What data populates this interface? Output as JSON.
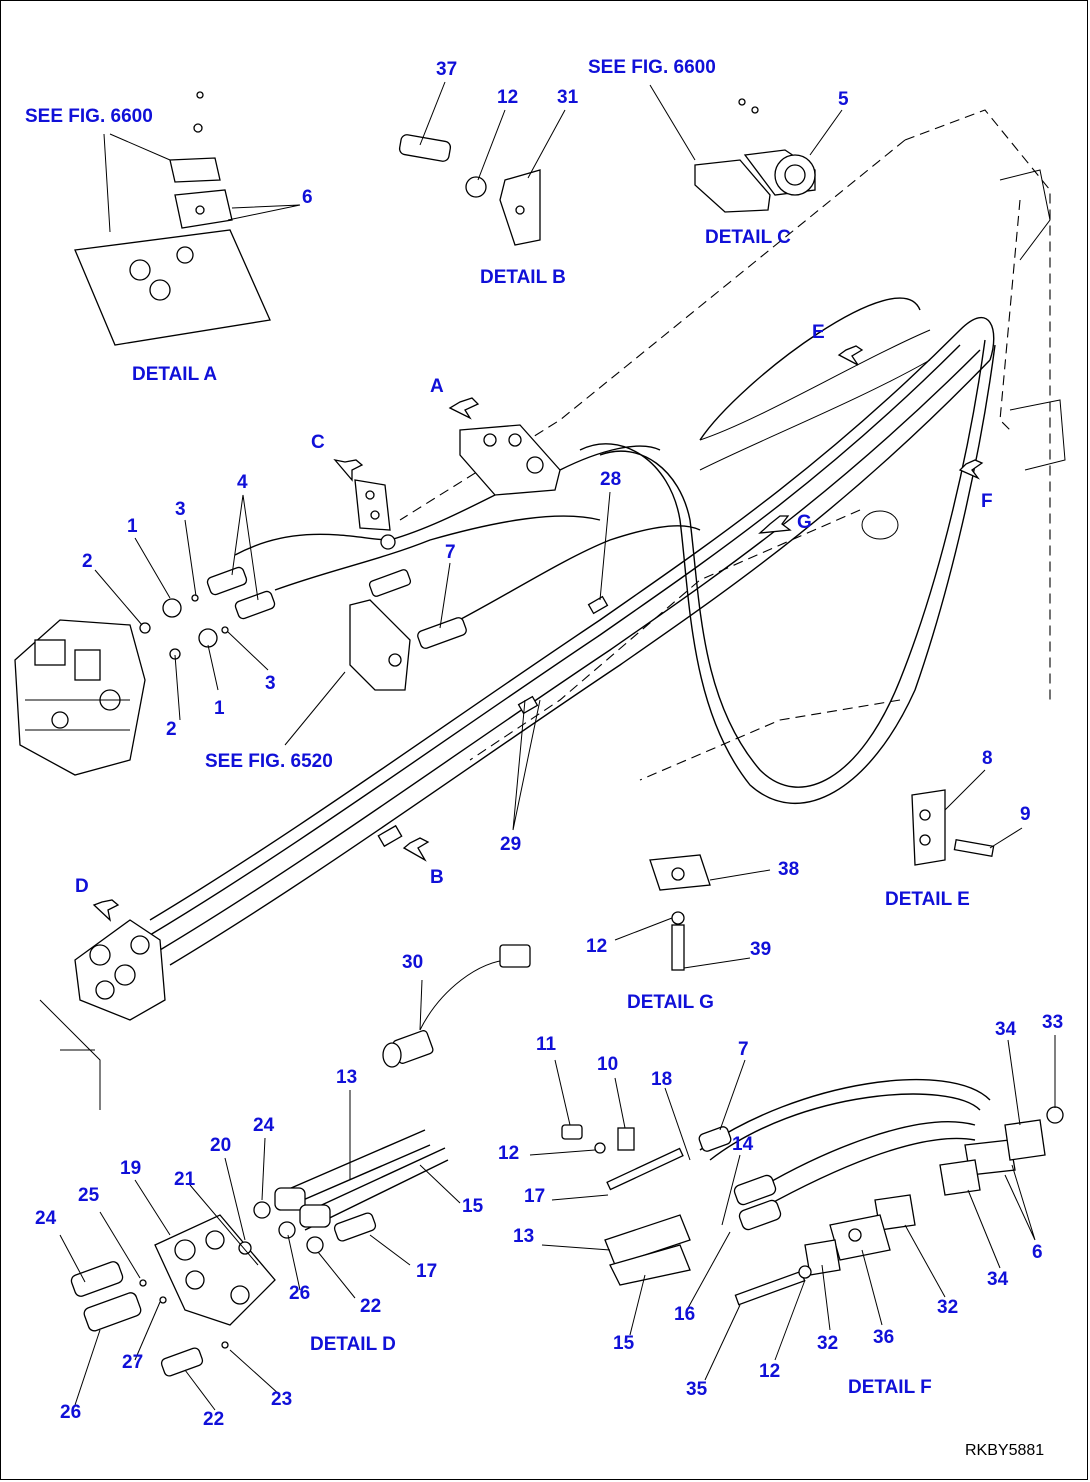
{
  "drawing_code": "RKBY5881",
  "detail_captions": {
    "a": "DETAIL A",
    "b": "DETAIL B",
    "c": "DETAIL C",
    "d": "DETAIL D",
    "e": "DETAIL E",
    "f": "DETAIL F",
    "g": "DETAIL G"
  },
  "references": {
    "fig6600_left": "SEE FIG. 6600",
    "fig6600_top": "SEE FIG. 6600",
    "fig6520": "SEE FIG. 6520"
  },
  "callouts": [
    "A",
    "B",
    "C",
    "D",
    "E",
    "F",
    "G",
    "37",
    "12",
    "31",
    "5",
    "6",
    "1",
    "2",
    "3",
    "4",
    "7",
    "2",
    "1",
    "3",
    "28",
    "29",
    "8",
    "9",
    "38",
    "12",
    "39",
    "30",
    "13",
    "15",
    "17",
    "22",
    "24",
    "20",
    "21",
    "19",
    "25",
    "24",
    "26",
    "27",
    "26",
    "22",
    "23",
    "11",
    "10",
    "18",
    "7",
    "12",
    "17",
    "14",
    "13",
    "16",
    "15",
    "35",
    "12",
    "32",
    "36",
    "32",
    "34",
    "6",
    "34",
    "33"
  ]
}
